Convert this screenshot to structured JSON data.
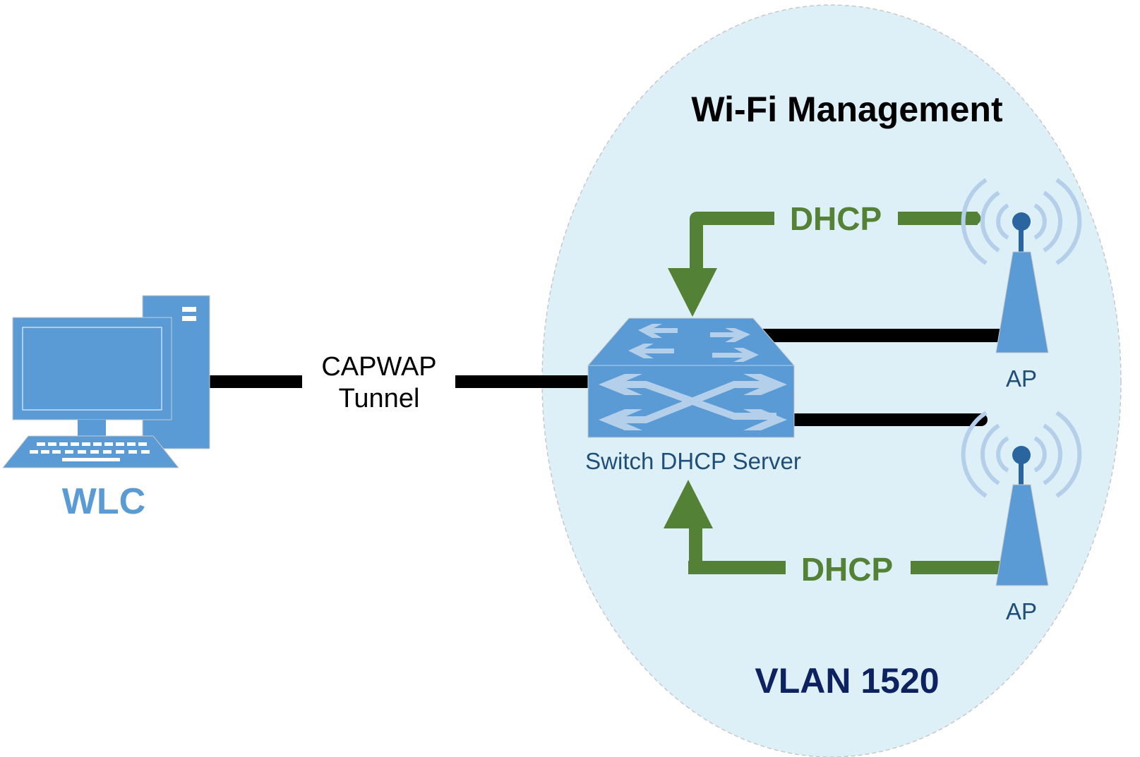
{
  "diagram": {
    "title": "Wi-Fi Management",
    "vlan_label": "VLAN 1520",
    "colors": {
      "zone_fill": "#ddf0f7",
      "zone_border": "#c8c8c8",
      "device_blue": "#5b9bd5",
      "device_light": "#b4cfea",
      "ap_dark": "#2a65a0",
      "dhcp_green": "#538135",
      "link_black": "#000000",
      "label_dark_blue": "#1f4e79",
      "vlan_navy": "#0d2361",
      "wlc_label": "#5b9bd5"
    },
    "nodes": {
      "wlc": {
        "label": "WLC",
        "icon": "desktop-computer-icon"
      },
      "switch": {
        "label": "Switch DHCP Server",
        "icon": "network-switch-icon"
      },
      "ap_top": {
        "label": "AP",
        "icon": "access-point-icon"
      },
      "ap_bottom": {
        "label": "AP",
        "icon": "access-point-icon"
      }
    },
    "links": {
      "capwap": {
        "label_line1": "CAPWAP",
        "label_line2": "Tunnel",
        "from": "WLC",
        "to": "Switch DHCP Server"
      },
      "dhcp_top": {
        "label": "DHCP",
        "from": "AP",
        "to": "Switch DHCP Server"
      },
      "dhcp_bottom": {
        "label": "DHCP",
        "from": "AP",
        "to": "Switch DHCP Server"
      }
    }
  }
}
